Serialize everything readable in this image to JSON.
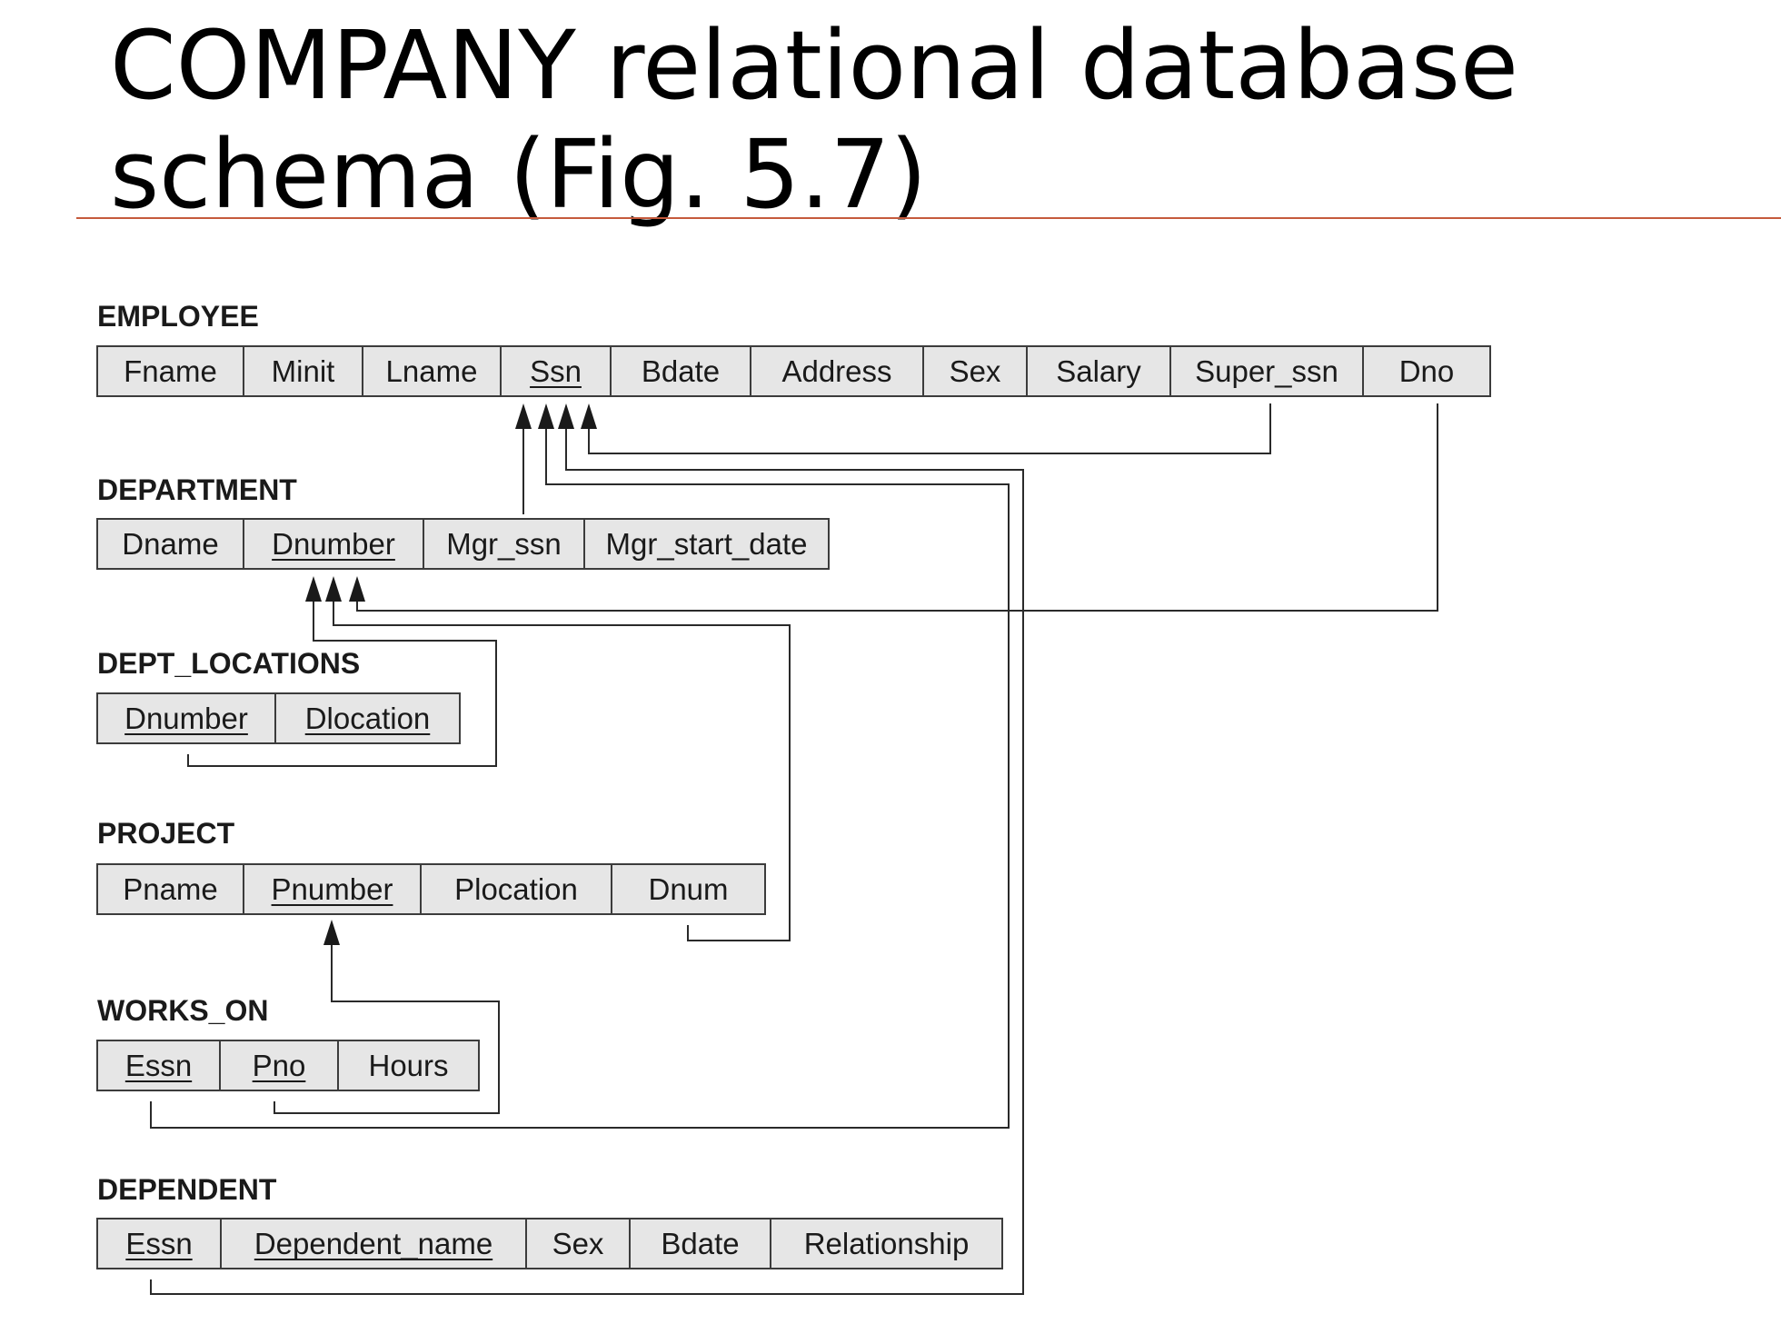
{
  "slide": {
    "title_line1": "COMPANY relational database",
    "title_line2": "schema (Fig. 5.7)"
  },
  "relations": [
    {
      "name": "EMPLOYEE",
      "attributes": [
        {
          "label": "Fname",
          "key": false
        },
        {
          "label": "Minit",
          "key": false
        },
        {
          "label": "Lname",
          "key": false
        },
        {
          "label": "Ssn",
          "key": true
        },
        {
          "label": "Bdate",
          "key": false
        },
        {
          "label": "Address",
          "key": false
        },
        {
          "label": "Sex",
          "key": false
        },
        {
          "label": "Salary",
          "key": false
        },
        {
          "label": "Super_ssn",
          "key": false
        },
        {
          "label": "Dno",
          "key": false
        }
      ]
    },
    {
      "name": "DEPARTMENT",
      "attributes": [
        {
          "label": "Dname",
          "key": false
        },
        {
          "label": "Dnumber",
          "key": true
        },
        {
          "label": "Mgr_ssn",
          "key": false
        },
        {
          "label": "Mgr_start_date",
          "key": false
        }
      ]
    },
    {
      "name": "DEPT_LOCATIONS",
      "attributes": [
        {
          "label": "Dnumber",
          "key": true
        },
        {
          "label": "Dlocation",
          "key": true
        }
      ]
    },
    {
      "name": "PROJECT",
      "attributes": [
        {
          "label": "Pname",
          "key": false
        },
        {
          "label": "Pnumber",
          "key": true
        },
        {
          "label": "Plocation",
          "key": false
        },
        {
          "label": "Dnum",
          "key": false
        }
      ]
    },
    {
      "name": "WORKS_ON",
      "attributes": [
        {
          "label": "Essn",
          "key": true
        },
        {
          "label": "Pno",
          "key": true
        },
        {
          "label": "Hours",
          "key": false
        }
      ]
    },
    {
      "name": "DEPENDENT",
      "attributes": [
        {
          "label": "Essn",
          "key": true
        },
        {
          "label": "Dependent_name",
          "key": true
        },
        {
          "label": "Sex",
          "key": false
        },
        {
          "label": "Bdate",
          "key": false
        },
        {
          "label": "Relationship",
          "key": false
        }
      ]
    }
  ],
  "foreign_keys": [
    {
      "from": "EMPLOYEE.Super_ssn",
      "to": "EMPLOYEE.Ssn"
    },
    {
      "from": "EMPLOYEE.Dno",
      "to": "DEPARTMENT.Dnumber"
    },
    {
      "from": "DEPARTMENT.Mgr_ssn",
      "to": "EMPLOYEE.Ssn"
    },
    {
      "from": "DEPT_LOCATIONS.Dnumber",
      "to": "DEPARTMENT.Dnumber"
    },
    {
      "from": "PROJECT.Dnum",
      "to": "DEPARTMENT.Dnumber"
    },
    {
      "from": "WORKS_ON.Essn",
      "to": "EMPLOYEE.Ssn"
    },
    {
      "from": "WORKS_ON.Pno",
      "to": "PROJECT.Pnumber"
    },
    {
      "from": "DEPENDENT.Essn",
      "to": "EMPLOYEE.Ssn"
    }
  ],
  "colors": {
    "cell_fill": "#e6e6e6",
    "title_rule": "#c55a3c"
  }
}
